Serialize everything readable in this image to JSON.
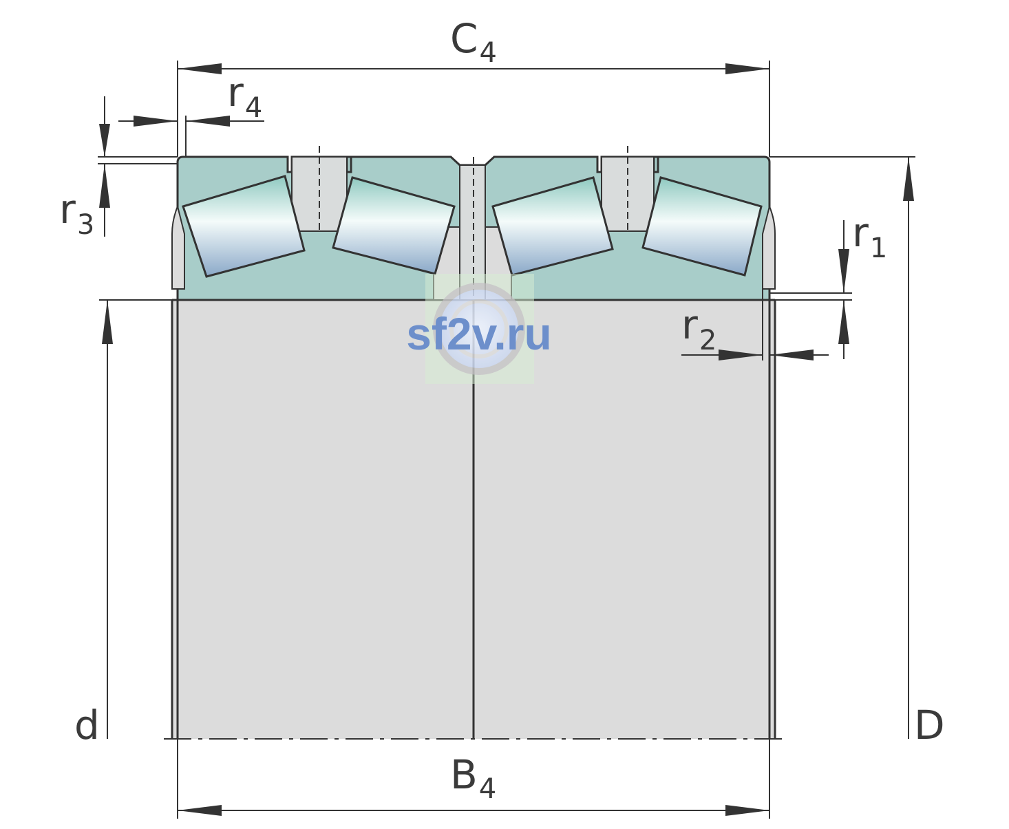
{
  "labels": {
    "C4": {
      "main": "C",
      "sub": "4"
    },
    "B4": {
      "main": "B",
      "sub": "4"
    },
    "r1": {
      "main": "r",
      "sub": "1"
    },
    "r2": {
      "main": "r",
      "sub": "2"
    },
    "r3": {
      "main": "r",
      "sub": "3"
    },
    "r4": {
      "main": "r",
      "sub": "4"
    },
    "d": "d",
    "D": "D"
  },
  "watermark": "sf2v.ru",
  "colors": {
    "outer_ring": "#a8cdc9",
    "inner_body": "#dcdcdc",
    "roller_light": "#f4fbfa",
    "roller_mid": "#b8dcd6",
    "roller_dark": "#9fbfd0",
    "line": "#333333",
    "watermark": "#6d8fcb",
    "watermark_bg": "#d6ecd2"
  }
}
